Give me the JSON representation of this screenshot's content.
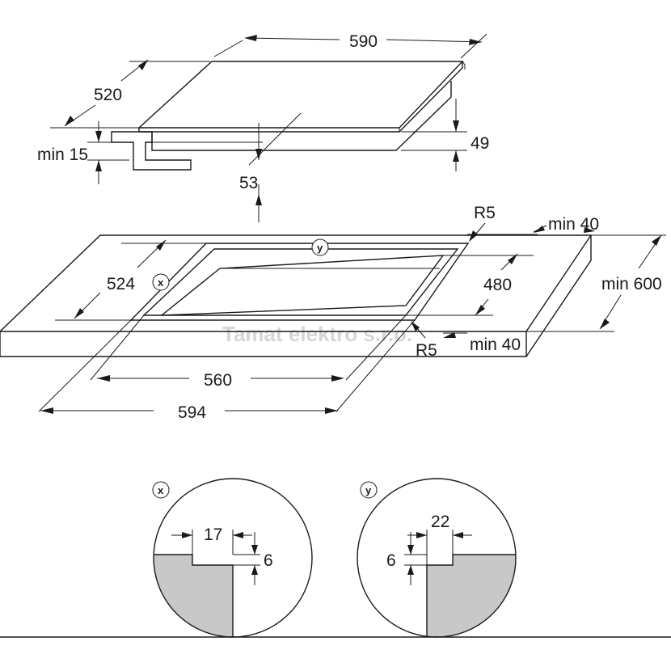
{
  "hob_dimensions": {
    "width": "590",
    "depth": "520",
    "height_total": "49",
    "height_below_worktop": "53",
    "worktop_min_thickness": "min 15"
  },
  "cutout_dimensions": {
    "corner_radius_top": "R5",
    "corner_radius_bottom": "R5",
    "min_rear_clearance": "min 40",
    "min_front_clearance": "min 40",
    "worktop_min_depth": "min 600",
    "cutout_depth_outer": "524",
    "cutout_depth_inner": "480",
    "cutout_width_inner": "560",
    "cutout_width_outer": "594"
  },
  "detail_markers": {
    "x": "x",
    "y": "y"
  },
  "detail_x": {
    "width": "17",
    "depth": "6"
  },
  "detail_y": {
    "width": "22",
    "depth": "6"
  },
  "watermark": "Tamat elektro s.r.o.",
  "colors": {
    "line": "#1a1a1a",
    "section_fill": "#c8c8c8",
    "watermark": "#d6d6d6"
  }
}
